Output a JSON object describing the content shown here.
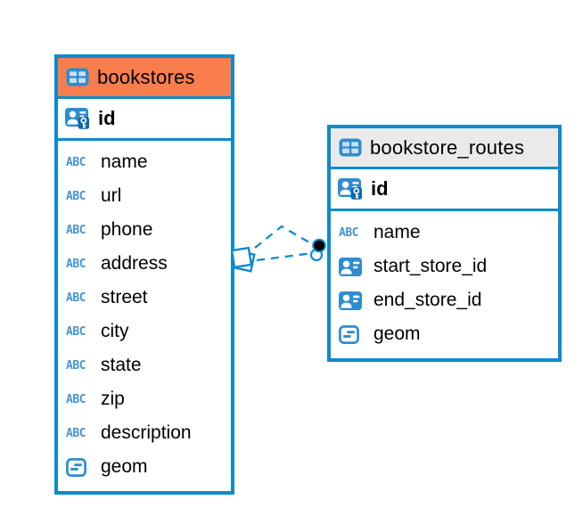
{
  "palette": {
    "border_blue": "#0C8BCD",
    "icon_blue": "#2F8CCE",
    "abc_blue": "#4494D2",
    "key_badge_blue": "#0B69B2",
    "orange_header": "#F87E4D",
    "gray_header": "#EAEAEA",
    "text": "#000000",
    "background": "#FFFFFF"
  },
  "icons": {
    "table": "table-grid-icon",
    "primary_key": "person-with-key-icon",
    "reference": "person-card-icon",
    "text_type": "ABC",
    "geometry": "offset-dashes-icon"
  },
  "tables": [
    {
      "name": "bookstores",
      "header_style": "orange",
      "primary_key": {
        "name": "id",
        "icon": "primary_key"
      },
      "columns": [
        {
          "name": "name",
          "icon": "text_type"
        },
        {
          "name": "url",
          "icon": "text_type"
        },
        {
          "name": "phone",
          "icon": "text_type"
        },
        {
          "name": "address",
          "icon": "text_type"
        },
        {
          "name": "street",
          "icon": "text_type"
        },
        {
          "name": "city",
          "icon": "text_type"
        },
        {
          "name": "state",
          "icon": "text_type"
        },
        {
          "name": "zip",
          "icon": "text_type"
        },
        {
          "name": "description",
          "icon": "text_type"
        },
        {
          "name": "geom",
          "icon": "geometry"
        }
      ]
    },
    {
      "name": "bookstore_routes",
      "header_style": "gray",
      "primary_key": {
        "name": "id",
        "icon": "primary_key"
      },
      "columns": [
        {
          "name": "name",
          "icon": "text_type"
        },
        {
          "name": "start_store_id",
          "icon": "reference"
        },
        {
          "name": "end_store_id",
          "icon": "reference"
        },
        {
          "name": "geom",
          "icon": "geometry"
        }
      ]
    }
  ],
  "relationship": {
    "style": "dashed",
    "from_table": "bookstores",
    "to_table": "bookstore_routes",
    "line_count": 2
  }
}
